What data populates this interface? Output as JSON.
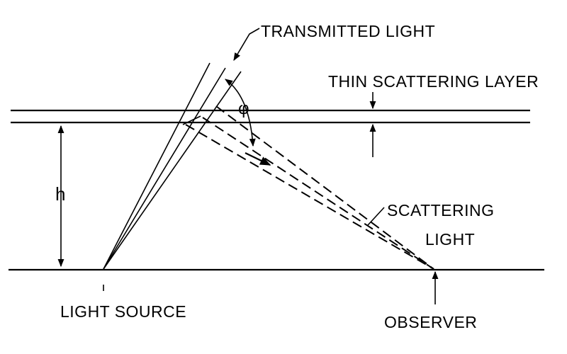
{
  "labels": {
    "transmitted_light": "TRANSMITTED LIGHT",
    "thin_scattering_layer": "THIN SCATTERING LAYER",
    "height_symbol": "h",
    "angle_symbol": "φ",
    "scattering_light_line1": "SCATTERING",
    "scattering_light_line2": "LIGHT",
    "light_source": "LIGHT SOURCE",
    "observer": "OBSERVER"
  }
}
